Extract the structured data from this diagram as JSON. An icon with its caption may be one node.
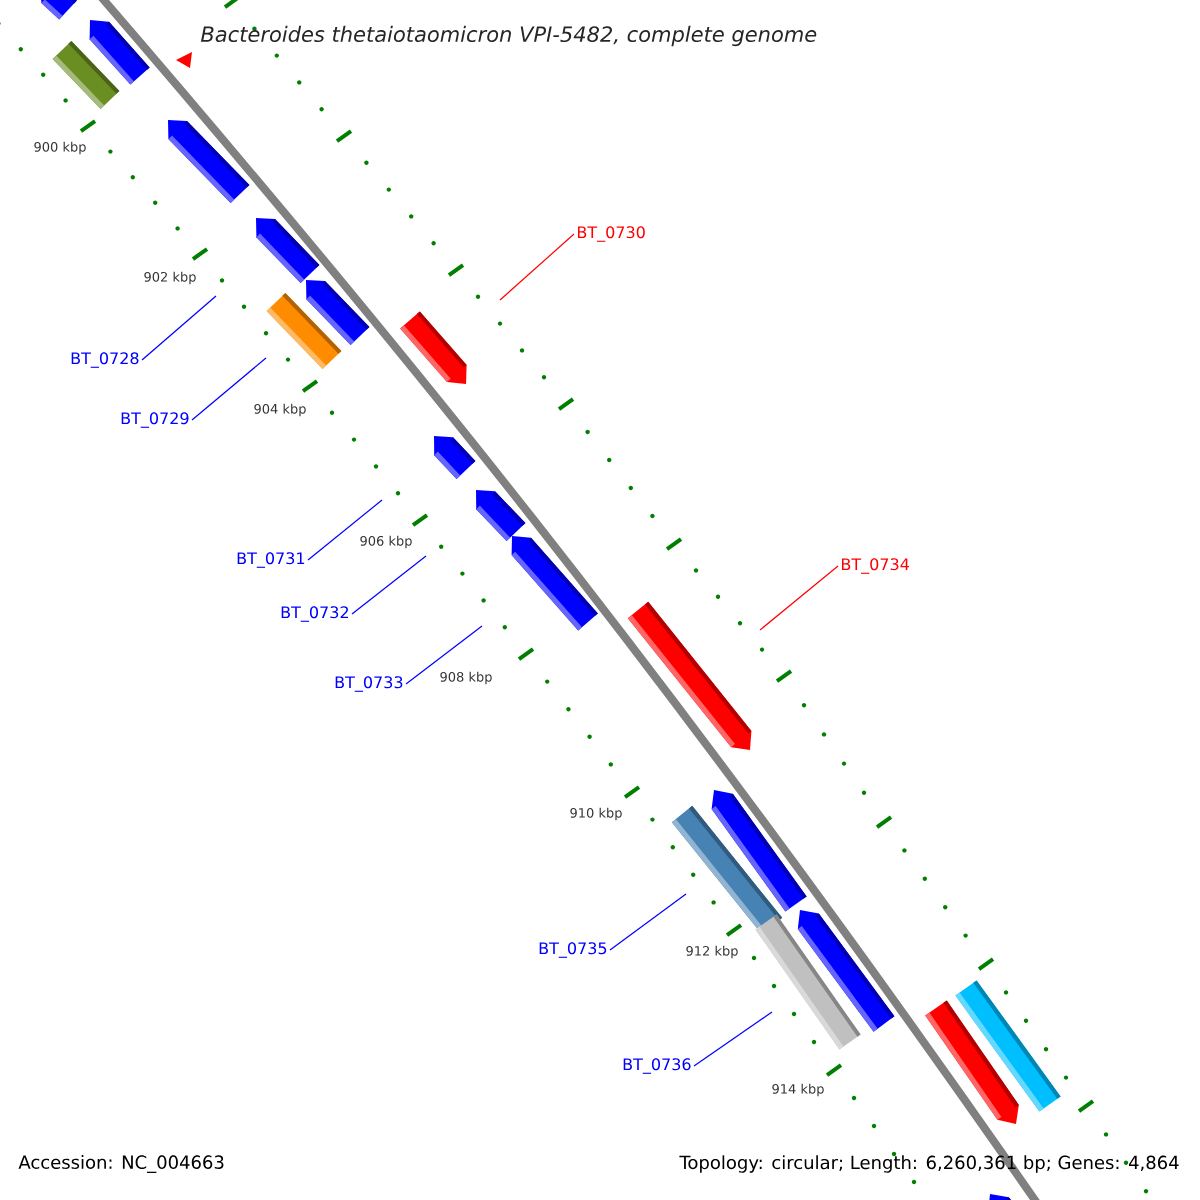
{
  "diagram": {
    "title": "Bacteroides thetaiotaomicron VPI-5482, complete genome",
    "nodes": [
      {
        "text": [
          "BT_0730"
        ]
      },
      {
        "text": [
          "BT_0728"
        ]
      },
      {
        "text": [
          "BT_0729"
        ]
      },
      {
        "text": [
          "BT_0731"
        ]
      },
      {
        "text": [
          "BT_0734"
        ]
      },
      {
        "text": [
          "BT_0732"
        ]
      },
      {
        "text": [
          "BT_0733"
        ]
      },
      {
        "text": [
          "BT_0735"
        ]
      },
      {
        "text": [
          "BT_0736"
        ]
      }
    ],
    "edges": [
      {
        "from": 0,
        "to": null,
        "arrow": "none",
        "color": "#ff0000"
      },
      {
        "from": 1,
        "to": null,
        "arrow": "none"
      },
      {
        "from": 2,
        "to": null,
        "arrow": "none"
      },
      {
        "from": 3,
        "to": null,
        "arrow": "none"
      },
      {
        "from": 4,
        "to": null,
        "arrow": "none",
        "color": "#ff0000"
      },
      {
        "from": 5,
        "to": null,
        "arrow": "none"
      },
      {
        "from": 6,
        "to": null,
        "arrow": "none"
      },
      {
        "from": 7,
        "to": null,
        "arrow": "none"
      },
      {
        "from": 8,
        "to": null,
        "arrow": "none"
      }
    ],
    "labels": [
      "900 kbp",
      "902 kbp",
      "904 kbp",
      "906 kbp",
      "908 kbp",
      "910 kbp",
      "912 kbp",
      "914 kbp",
      "Accession: NC_004663",
      "Topology: circular; Length: 6,260,361 bp; Genes: 4,864"
    ]
  }
}
